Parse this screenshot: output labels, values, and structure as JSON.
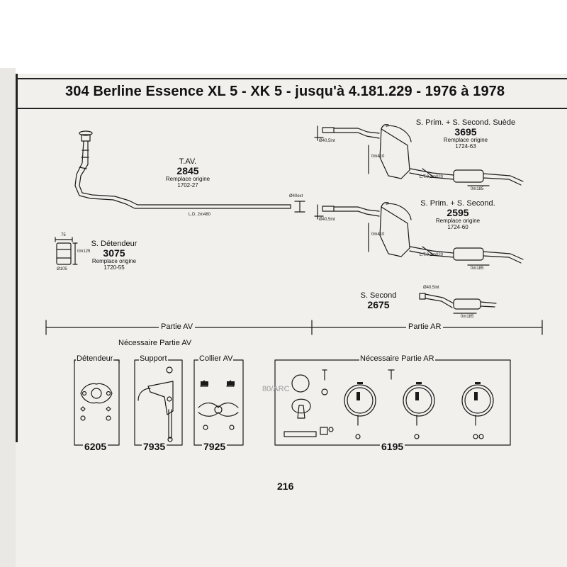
{
  "header": {
    "title": "304 Berline Essence XL 5 - XK 5 - jusqu'à 4.181.229 - 1976 à 1978"
  },
  "parts": {
    "tav": {
      "name": "T.AV.",
      "code": "2845",
      "sub": "Remplace origine",
      "ref": "1702-27"
    },
    "detendeur": {
      "name": "S. Détendeur",
      "code": "3075",
      "sub": "Remplace origine",
      "ref": "1720-55"
    },
    "prim_suede": {
      "name": "S. Prim. + S. Second. Suède",
      "code": "3695",
      "sub": "Remplace origine",
      "ref": "1724-63"
    },
    "prim_second": {
      "name": "S. Prim. + S. Second.",
      "code": "2595",
      "sub": "Remplace origine",
      "ref": "1724-60"
    },
    "second": {
      "name": "S. Second",
      "code": "2675"
    }
  },
  "dimensions": {
    "d40_ext": "Ø40ext",
    "d40_5_int_a": "Ø40,5int",
    "d40_5_int_b": "Ø40,5int",
    "d40_5_int_c": "Ø40,5int",
    "ld_2m480": "L.D. 2m480",
    "ld_0m020_a": "L.T.0,2m020",
    "ld_0m020_b": "L.T.0,2m020",
    "len_0m410_a": "0m410",
    "len_0m410_b": "0m410",
    "len_0m185_a": "0m185",
    "len_0m185_b": "0m185",
    "len_0m185_c": "0m185",
    "det_w": "75",
    "det_h": "0m125",
    "det_d": "Ø105"
  },
  "sections": {
    "av": "Partie AV",
    "ar": "Partie AR",
    "necessaire_av": "Nécessaire Partie AV"
  },
  "kits": {
    "detendeur": {
      "title": "Détendeur",
      "code": "6205"
    },
    "support": {
      "title": "Support",
      "code": "7935"
    },
    "collier": {
      "title": "Collier AV",
      "code": "7925"
    },
    "necessaire_ar": {
      "title": "Nécessaire Partie AR",
      "code": "6195"
    }
  },
  "stamp": "80/ARC",
  "page_number": "216"
}
